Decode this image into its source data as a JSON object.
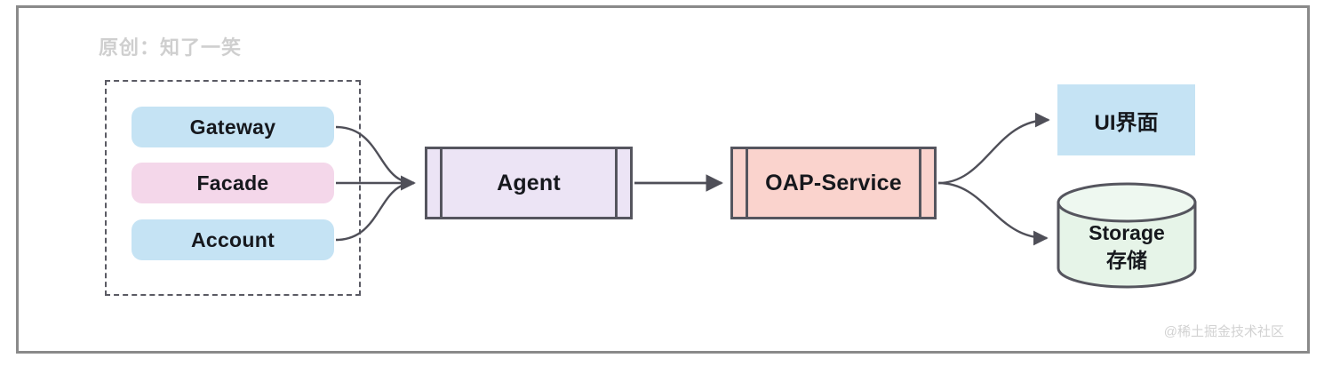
{
  "page": {
    "credit": "原创：知了一笑",
    "watermark": "@稀土掘金技术社区",
    "frame_color": "#8a8a8a",
    "background": "#ffffff"
  },
  "diagram": {
    "type": "architecture-flow",
    "group": {
      "name": "services-group",
      "border_style": "dashed",
      "border_color": "#5a5a63",
      "items": [
        {
          "label": "Gateway",
          "color": "#c5e3f4",
          "shape": "rounded-rect"
        },
        {
          "label": "Facade",
          "color": "#f4d7ea",
          "shape": "rounded-rect"
        },
        {
          "label": "Account",
          "color": "#c5e3f4",
          "shape": "rounded-rect"
        }
      ]
    },
    "nodes": [
      {
        "id": "agent",
        "label": "Agent",
        "color": "#ece4f5",
        "shape": "component",
        "border": "#55555e"
      },
      {
        "id": "oap",
        "label": "OAP-Service",
        "color": "#fad3cd",
        "shape": "component",
        "border": "#55555e"
      },
      {
        "id": "ui",
        "label": "UI界面",
        "color": "#c5e3f4",
        "shape": "rect"
      },
      {
        "id": "storage",
        "label_en": "Storage",
        "label_cn": "存储",
        "color": "#e6f4e8",
        "shape": "cylinder",
        "border": "#55555e"
      }
    ],
    "edges": [
      {
        "from": "Gateway",
        "to": "Agent",
        "style": "curve",
        "arrow": true
      },
      {
        "from": "Facade",
        "to": "Agent",
        "style": "straight",
        "arrow": true
      },
      {
        "from": "Account",
        "to": "Agent",
        "style": "curve",
        "arrow": true
      },
      {
        "from": "Agent",
        "to": "OAP-Service",
        "style": "straight",
        "arrow": true
      },
      {
        "from": "OAP-Service",
        "to": "UI界面",
        "style": "curve",
        "arrow": true
      },
      {
        "from": "OAP-Service",
        "to": "存储",
        "style": "curve",
        "arrow": true
      }
    ],
    "edge_color": "#4f4f58"
  }
}
